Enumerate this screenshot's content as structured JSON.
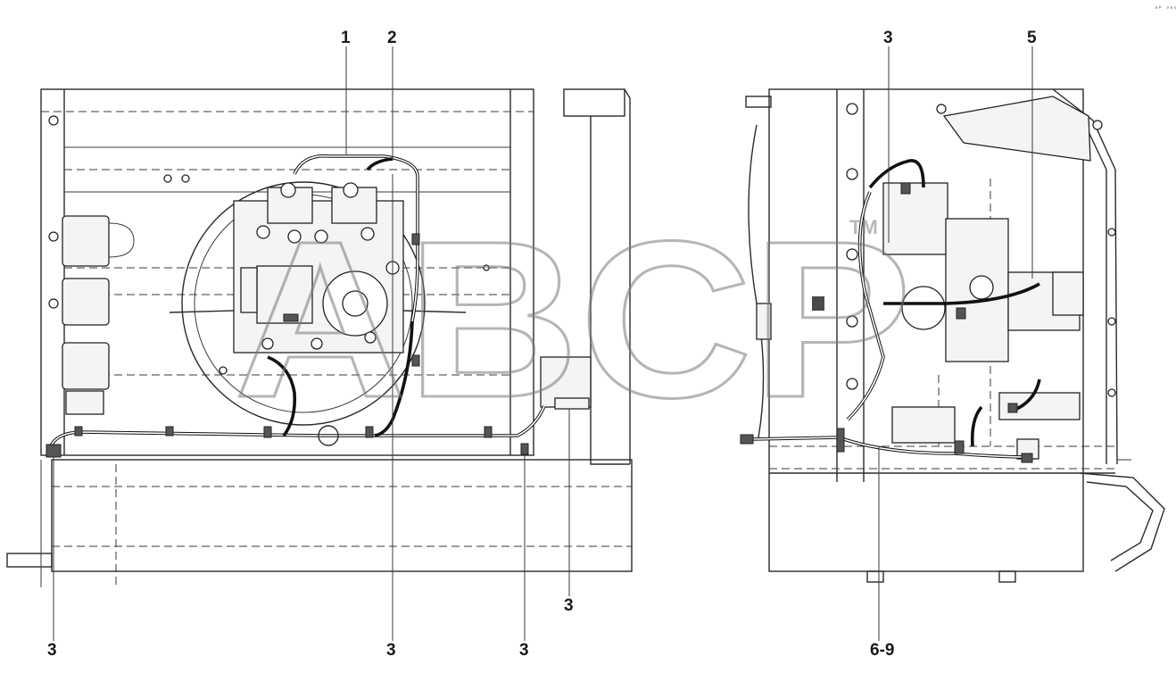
{
  "callouts": {
    "c1": "1",
    "c2": "2",
    "c3_top_right": "3",
    "c5": "5",
    "c3_bottom_1": "3",
    "c3_bottom_2": "3",
    "c3_bottom_3": "3",
    "c3_bottom_4": "3",
    "c6_9": "6-9"
  },
  "doc_ref": "ᵒᴾ ᵒᵒᵒ",
  "watermark": {
    "text": "ABCP",
    "tm": "TM"
  }
}
